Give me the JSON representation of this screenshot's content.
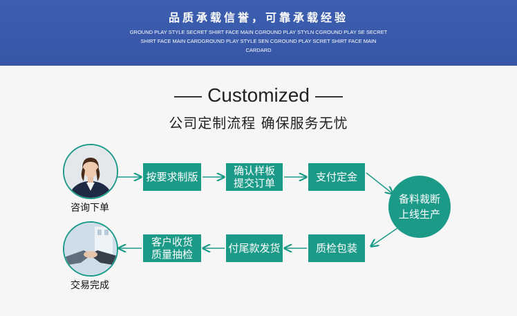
{
  "banner": {
    "title": "品质承载信誉，可靠承载经验",
    "subtitle": "GROUND PLAY STYLE SECRET SHIRT FACE MAIN CGROUND PLAY STYLN CGROUND PLAY SE SECRET SHIRT FACE MAIN CARDGROUND PLAY STYLE SEN CGROUND PLAY SCRET SHIRT FACE MAIN CARDARD",
    "color": "#3656a6"
  },
  "heading": {
    "title": "Customized",
    "subtitle": "公司定制流程 确保服务无忧"
  },
  "process": {
    "accent": "#1b9a88",
    "start_caption": "咨询下单",
    "end_caption": "交易完成",
    "steps_top": [
      "按要求制版",
      "确认样板\n提交订单",
      "支付定金"
    ],
    "center_step": "备料裁断\n上线生产",
    "steps_bottom": [
      "质检包装",
      "付尾款发货",
      "客户收货\n质量抽检"
    ]
  }
}
